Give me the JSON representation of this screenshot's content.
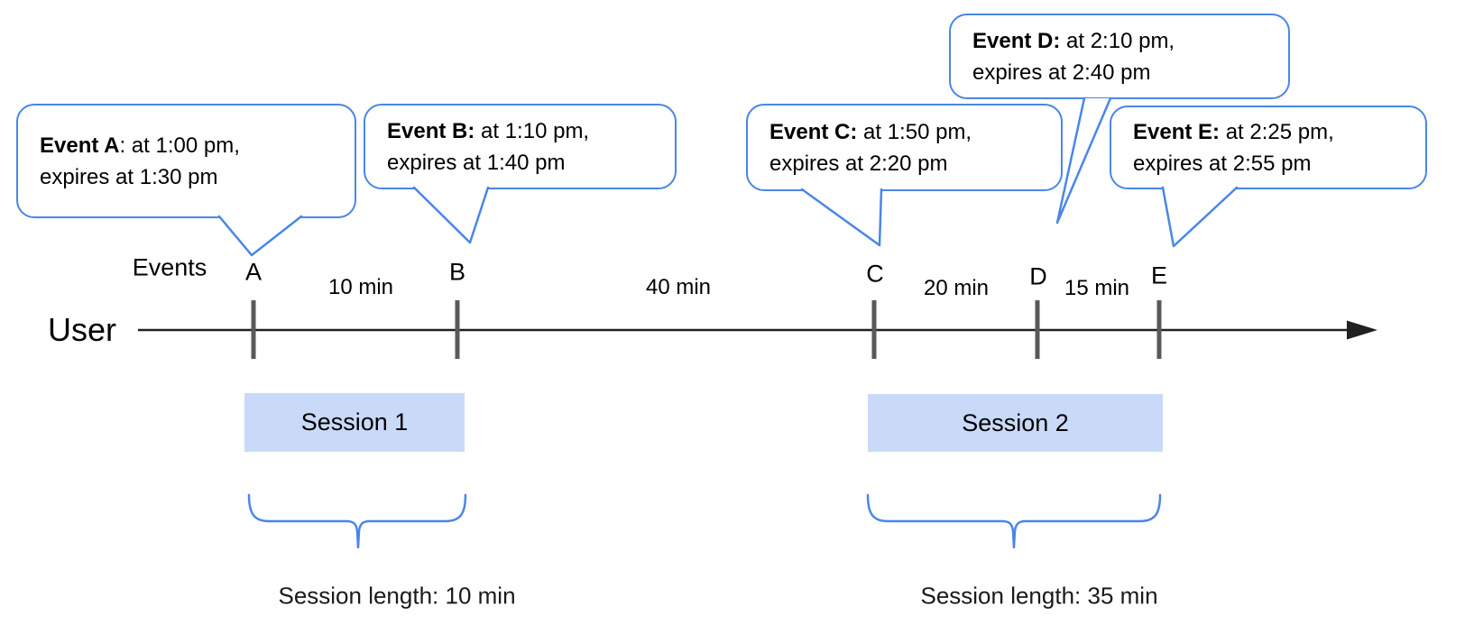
{
  "labels": {
    "events_row": "Events",
    "user_row": "User"
  },
  "bubbles": [
    {
      "id": "A",
      "bold": "Event A",
      "rest": ": at 1:00 pm,",
      "line2": "expires at 1:30 pm"
    },
    {
      "id": "B",
      "bold": "Event B:",
      "rest": " at 1:10 pm,",
      "line2": "expires at 1:40 pm"
    },
    {
      "id": "C",
      "bold": "Event C:",
      "rest": " at 1:50 pm,",
      "line2": "expires at 2:20 pm"
    },
    {
      "id": "D",
      "bold": "Event D:",
      "rest": " at 2:10 pm,",
      "line2": "expires at 2:40 pm"
    },
    {
      "id": "E",
      "bold": "Event E:",
      "rest": " at 2:25 pm,",
      "line2": "expires at 2:55 pm"
    }
  ],
  "ticks": [
    "A",
    "B",
    "C",
    "D",
    "E"
  ],
  "gaps": [
    "10 min",
    "40 min",
    "20 min",
    "15 min"
  ],
  "sessions": [
    {
      "label": "Session 1",
      "length_label": "Session length: 10 min"
    },
    {
      "label": "Session 2",
      "length_label": "Session length: 35 min"
    }
  ],
  "colors": {
    "accent_blue": "#4a86e8",
    "session_fill": "#c9daf8",
    "tick_gray": "#595959",
    "line_black": "#212121"
  }
}
